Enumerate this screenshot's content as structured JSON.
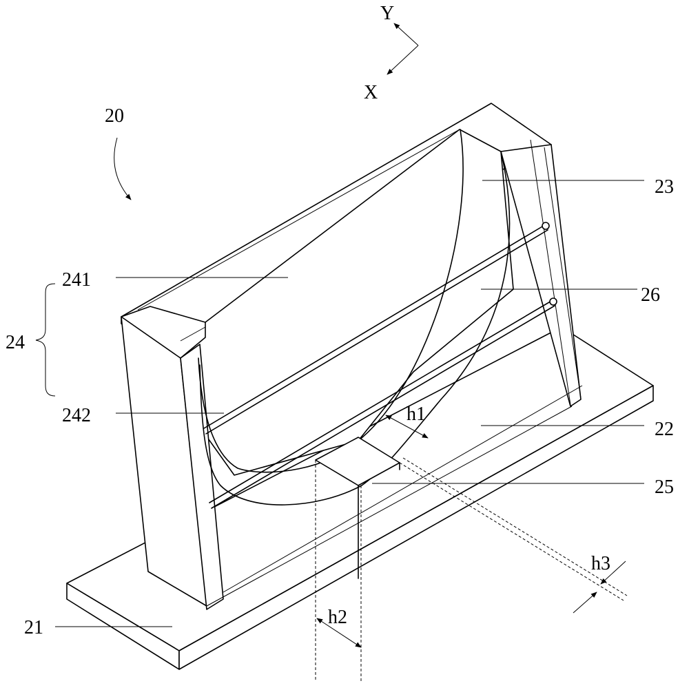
{
  "axes": {
    "y_label": "Y",
    "x_label": "X"
  },
  "labels": {
    "assembly": "20",
    "base": "21",
    "plate": "22",
    "wall": "23",
    "group": "24",
    "part_241": "241",
    "part_242": "242",
    "step": "25",
    "curved_surface": "26",
    "h1": "h1",
    "h2": "h2",
    "h3": "h3"
  },
  "colors": {
    "stroke": "#000000",
    "background": "#ffffff"
  }
}
